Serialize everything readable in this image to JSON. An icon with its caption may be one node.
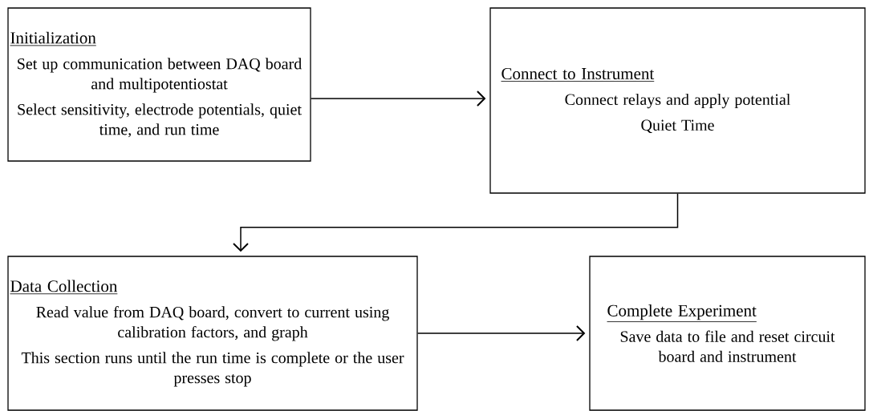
{
  "diagram": {
    "nodes": [
      {
        "text": [
          "Initialization",
          "Set up communication between DAQ board and multipotentiostat",
          "Select sensitivity, electrode potentials, quiet time, and run time"
        ]
      },
      {
        "text": [
          "Connect to Instrument",
          "Connect relays and apply potential",
          "Quiet Time"
        ]
      },
      {
        "text": [
          "Data Collection",
          "Read value from DAQ board, convert to current using calibration factors, and graph",
          "This section runs until the run time is complete or the user presses stop"
        ]
      },
      {
        "text": [
          "Complete Experiment",
          "Save data to file and reset circuit board and instrument"
        ]
      }
    ],
    "edges": [
      {
        "from": 0,
        "to": 1,
        "arrow": "to"
      },
      {
        "from": 1,
        "to": 2,
        "arrow": "to"
      },
      {
        "from": 2,
        "to": 3,
        "arrow": "to"
      }
    ]
  }
}
